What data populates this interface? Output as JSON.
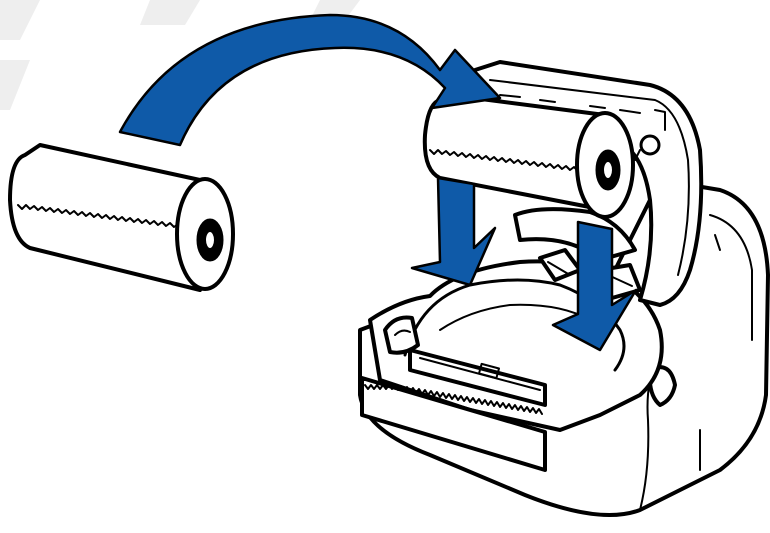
{
  "diagram": {
    "colors": {
      "arrow_fill": "#0f5aa8",
      "line": "#000000",
      "background": "#ffffff",
      "watermark": "#eeeeee"
    },
    "icons": [
      "paper-roll",
      "printer",
      "curved-arrow",
      "down-arrow"
    ]
  }
}
